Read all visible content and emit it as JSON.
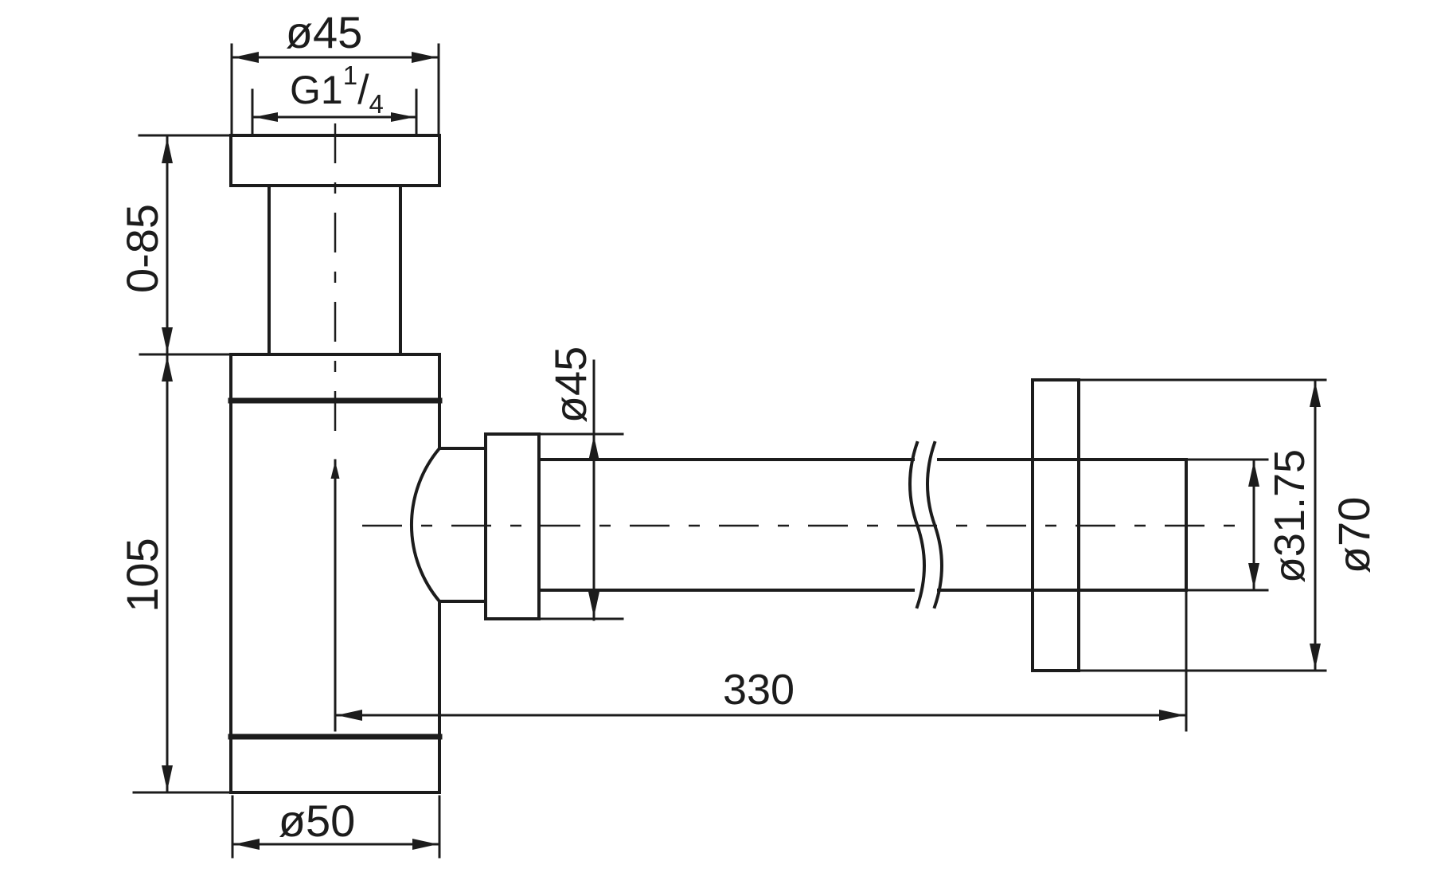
{
  "drawing": {
    "type": "technical-dimension-drawing",
    "subject": "bottle trap siphon with wall outlet pipe",
    "background_color": "#ffffff",
    "line_color": "#1c1c1c",
    "labels": {
      "inlet_flange_diameter": "ø45",
      "thread": {
        "main": "G1",
        "sup": "1",
        "slash": "/",
        "sub": "4"
      },
      "adjustable_height": "0-85",
      "body_height": "105",
      "body_diameter": "ø50",
      "outlet_nut_diameter": "ø45",
      "pipe_length": "330",
      "pipe_diameter": "ø31.75",
      "wall_flange_diameter": "ø70"
    }
  }
}
